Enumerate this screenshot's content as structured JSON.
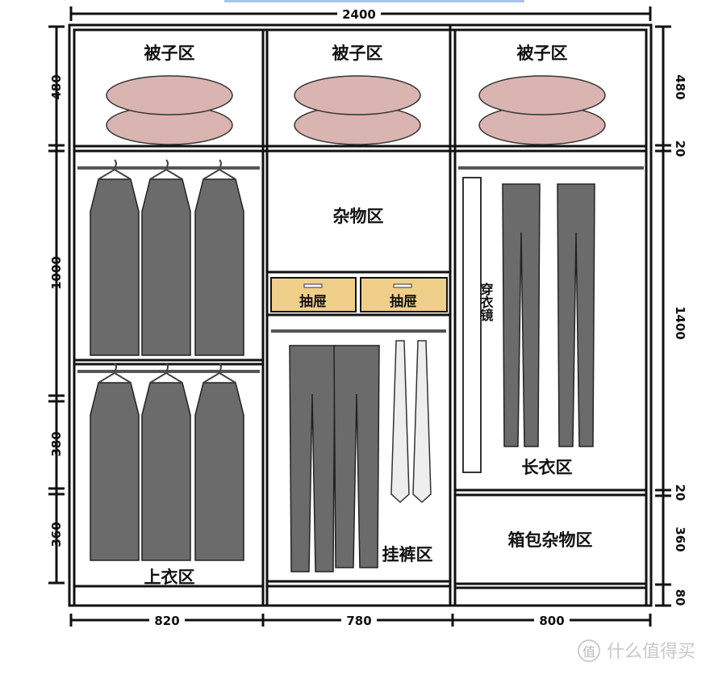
{
  "dimensions": {
    "total_width": "2400",
    "bottom_widths": [
      "820",
      "780",
      "800"
    ],
    "left_heights": [
      "480",
      "1000",
      "380",
      "360"
    ],
    "right_heights": [
      "480",
      "20",
      "1400",
      "20",
      "360",
      "80"
    ]
  },
  "zones": {
    "quilt": "被子区",
    "misc": "杂物区",
    "drawer": "抽屉",
    "mirror": "穿衣镜",
    "tops": "上衣区",
    "pants": "挂裤区",
    "long_clothes": "长衣区",
    "bags": "箱包杂物区"
  },
  "watermark": "什么值得买",
  "watermark_logo": "值",
  "colors": {
    "quilt": "#d9b4b0",
    "drawer": "#f0cf8a",
    "clothes": "#6b6b6b",
    "top_bar": "#a9c4e8"
  }
}
